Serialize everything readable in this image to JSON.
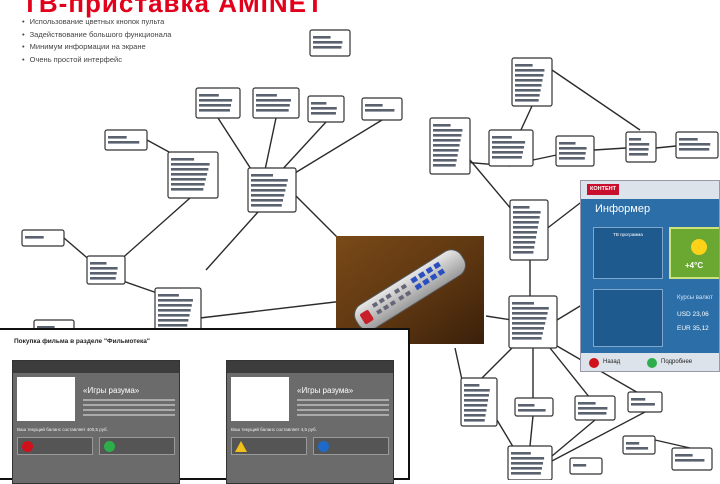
{
  "slide": {
    "title": "TB-приставка AMINET",
    "bullets": [
      "Использование цветных кнопок пульта",
      "Задействование большого функционала",
      "Минимум информации на экране",
      "Очень простой интерфейс"
    ]
  },
  "colors": {
    "title_red": "#e2001a",
    "informer_blue": "#2b6ea8",
    "weather_green": "#6aa832",
    "btn_red": "#d0101a",
    "btn_green": "#2eae4a",
    "btn_blue": "#1f6ac8",
    "btn_yellow": "#f2c01a"
  },
  "informer": {
    "logo": "КОНТЕНТ",
    "title": "Информер",
    "card_tv": "ТВ программа",
    "weather_temp": "+4°C",
    "currency_label": "Курсы валют",
    "usd": "USD 23,06",
    "eur": "EUR 35,12",
    "footer_red": "Назад",
    "footer_green": "Подробнее"
  },
  "purchase": {
    "title": "Покупка фильма в разделе \"Фильмотека\"",
    "movie_title": "«Игры разума»",
    "screens": [
      {
        "balance": "Ваш текущий баланс составляет 400,5 руб."
      },
      {
        "balance": "Ваш текущий баланс составляет 4,5 руб."
      }
    ]
  },
  "icons": [
    "remote-control-photo",
    "sun-icon"
  ]
}
